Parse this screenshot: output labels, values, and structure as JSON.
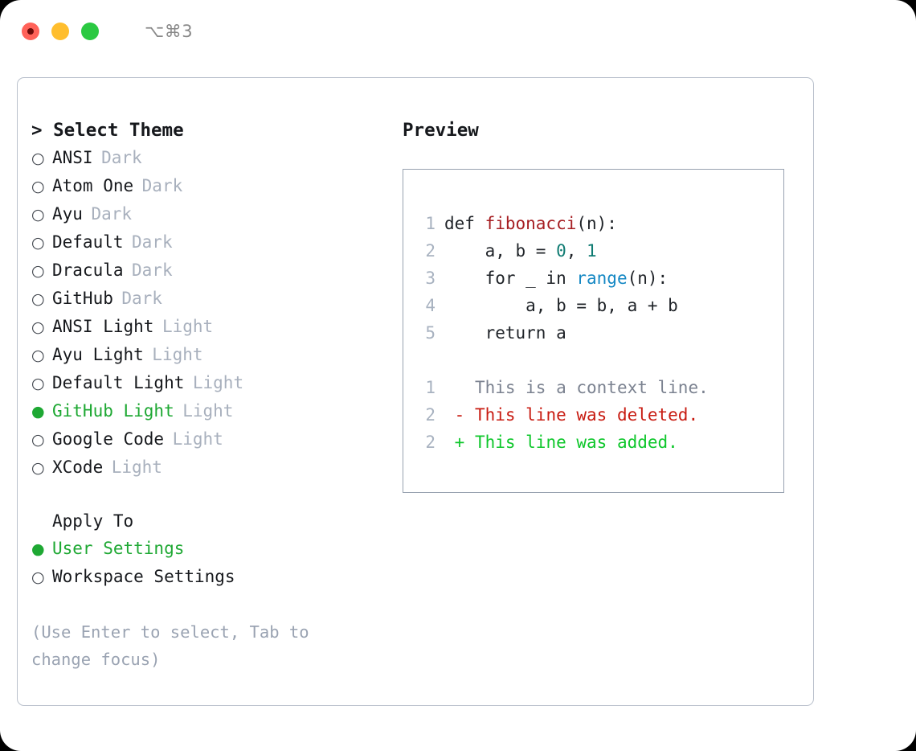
{
  "titlebar": {
    "shortcut": "⌥⌘3",
    "buttons": {
      "close": "close",
      "minimize": "minimize",
      "maximize": "maximize"
    },
    "colors": {
      "close": "#ff6259",
      "minimize": "#ffbe2e",
      "maximize": "#2bc942"
    }
  },
  "theme_picker": {
    "title": "> Select Theme",
    "bullet_selected": "●",
    "bullet_unselected": "○",
    "accent_color": "#1ea833",
    "items": [
      {
        "name": "ANSI",
        "variant": "Dark",
        "selected": false
      },
      {
        "name": "Atom One",
        "variant": "Dark",
        "selected": false
      },
      {
        "name": "Ayu",
        "variant": "Dark",
        "selected": false
      },
      {
        "name": "Default",
        "variant": "Dark",
        "selected": false
      },
      {
        "name": "Dracula",
        "variant": "Dark",
        "selected": false
      },
      {
        "name": "GitHub",
        "variant": "Dark",
        "selected": false
      },
      {
        "name": "ANSI Light",
        "variant": "Light",
        "selected": false
      },
      {
        "name": "Ayu Light",
        "variant": "Light",
        "selected": false
      },
      {
        "name": "Default Light",
        "variant": "Light",
        "selected": false
      },
      {
        "name": "GitHub Light",
        "variant": "Light",
        "selected": true
      },
      {
        "name": "Google Code",
        "variant": "Light",
        "selected": false
      },
      {
        "name": "XCode",
        "variant": "Light",
        "selected": false
      }
    ]
  },
  "apply_to": {
    "title": "Apply To",
    "items": [
      {
        "name": "User Settings",
        "selected": true
      },
      {
        "name": "Workspace Settings",
        "selected": false
      }
    ]
  },
  "hint": "(Use Enter to select, Tab to change focus)",
  "preview": {
    "title": "Preview",
    "code_lines": [
      {
        "no": "1",
        "tokens": [
          {
            "t": "def ",
            "c": "kw"
          },
          {
            "t": "fibonacci",
            "c": "fn"
          },
          {
            "t": "(n):",
            "c": "plain"
          }
        ]
      },
      {
        "no": "2",
        "tokens": [
          {
            "t": "    a, b = ",
            "c": "plain"
          },
          {
            "t": "0",
            "c": "num"
          },
          {
            "t": ", ",
            "c": "plain"
          },
          {
            "t": "1",
            "c": "num"
          }
        ]
      },
      {
        "no": "3",
        "tokens": [
          {
            "t": "    for _ in ",
            "c": "plain"
          },
          {
            "t": "range",
            "c": "bi"
          },
          {
            "t": "(n):",
            "c": "plain"
          }
        ]
      },
      {
        "no": "4",
        "tokens": [
          {
            "t": "        a, b = b, a + b",
            "c": "plain"
          }
        ]
      },
      {
        "no": "5",
        "tokens": [
          {
            "t": "    return a",
            "c": "plain"
          }
        ]
      }
    ],
    "diff_lines": [
      {
        "no": "1",
        "marker": " ",
        "text": "This is a context line.",
        "kind": "context"
      },
      {
        "no": "2",
        "marker": "-",
        "text": "This line was deleted.",
        "kind": "deleted"
      },
      {
        "no": "2",
        "marker": "+",
        "text": "This line was added.",
        "kind": "added"
      }
    ],
    "colors": {
      "function": "#a61e22",
      "number": "#0f7b72",
      "builtin": "#1588c4",
      "context": "#7b8290",
      "deleted": "#c81c12",
      "added": "#0ec72b",
      "lineno": "#a8b2c0"
    }
  }
}
